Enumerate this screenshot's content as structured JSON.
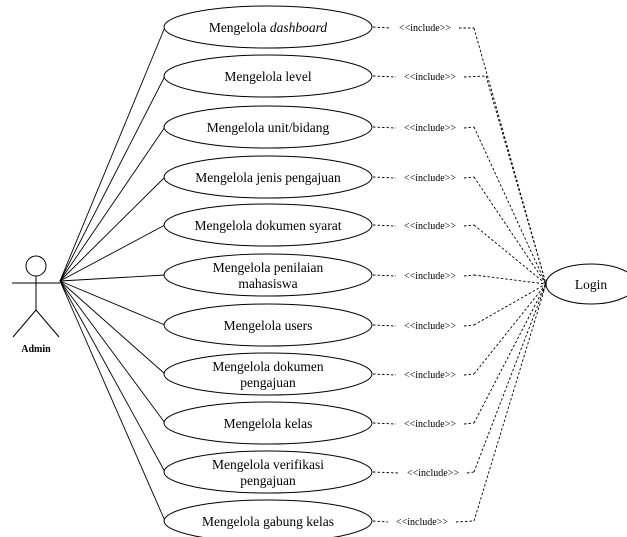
{
  "actor": {
    "name": "Admin"
  },
  "login": {
    "label": "Login"
  },
  "include_label": "<<include>>",
  "use_cases": [
    {
      "lines": [
        {
          "text": "Mengelola ",
          "italic": false
        },
        {
          "text": "dashboard",
          "italic": true
        }
      ]
    },
    {
      "lines": [
        {
          "text": "Mengelola level"
        }
      ]
    },
    {
      "lines": [
        {
          "text": "Mengelola unit/bidang"
        }
      ]
    },
    {
      "lines": [
        {
          "text": "Mengelola jenis pengajuan"
        }
      ]
    },
    {
      "lines": [
        {
          "text": "Mengelola dokumen syarat"
        }
      ]
    },
    {
      "lines": [
        {
          "text": "Mengelola penilaian"
        },
        {
          "text": "mahasiswa"
        }
      ]
    },
    {
      "lines": [
        {
          "text": "Mengelola users"
        }
      ]
    },
    {
      "lines": [
        {
          "text": "Mengelola dokumen"
        },
        {
          "text": "pengajuan"
        }
      ]
    },
    {
      "lines": [
        {
          "text": "Mengelola kelas"
        }
      ]
    },
    {
      "lines": [
        {
          "text": "Mengelola verifikasi"
        },
        {
          "text": "pengajuan"
        }
      ]
    },
    {
      "lines": [
        {
          "text": "Mengelola gabung kelas"
        }
      ]
    }
  ]
}
